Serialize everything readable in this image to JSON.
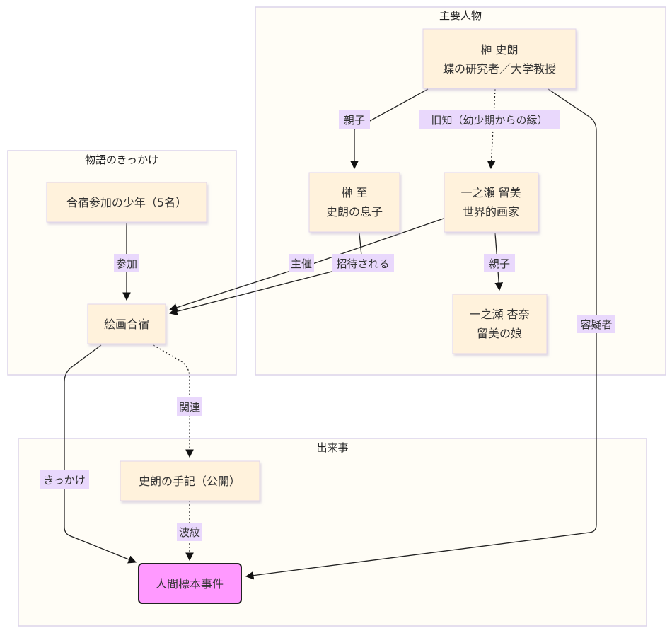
{
  "clusters": {
    "main_characters": "主要人物",
    "story_trigger": "物語のきっかけ",
    "events": "出来事"
  },
  "nodes": {
    "shiro": {
      "line1": "榊 史朗",
      "line2": "蝶の研究者／大学教授"
    },
    "itaru": {
      "line1": "榊 至",
      "line2": "史朗の息子"
    },
    "rumi": {
      "line1": "一之瀬 留美",
      "line2": "世界的画家"
    },
    "anna": {
      "line1": "一之瀬 杏奈",
      "line2": "留美の娘"
    },
    "boys": {
      "line1": "合宿参加の少年（5名）"
    },
    "camp": {
      "line1": "絵画合宿"
    },
    "memoir": {
      "line1": "史朗の手記（公開）"
    },
    "incident": {
      "line1": "人間標本事件"
    }
  },
  "edges": {
    "shiro_itaru": "親子",
    "shiro_rumi": "旧知（幼少期からの縁）",
    "rumi_anna": "親子",
    "rumi_camp": "主催",
    "itaru_camp": "招待される",
    "boys_camp": "参加",
    "camp_memoir": "関連",
    "camp_incident": "きっかけ",
    "memoir_incident": "波紋",
    "shiro_incident": "容疑者"
  },
  "colors": {
    "node_fill": "#fff2dc",
    "incident_fill": "#ff99ff",
    "label_bg": "#e9d8fc",
    "cluster_fill": "#fffdf6"
  }
}
